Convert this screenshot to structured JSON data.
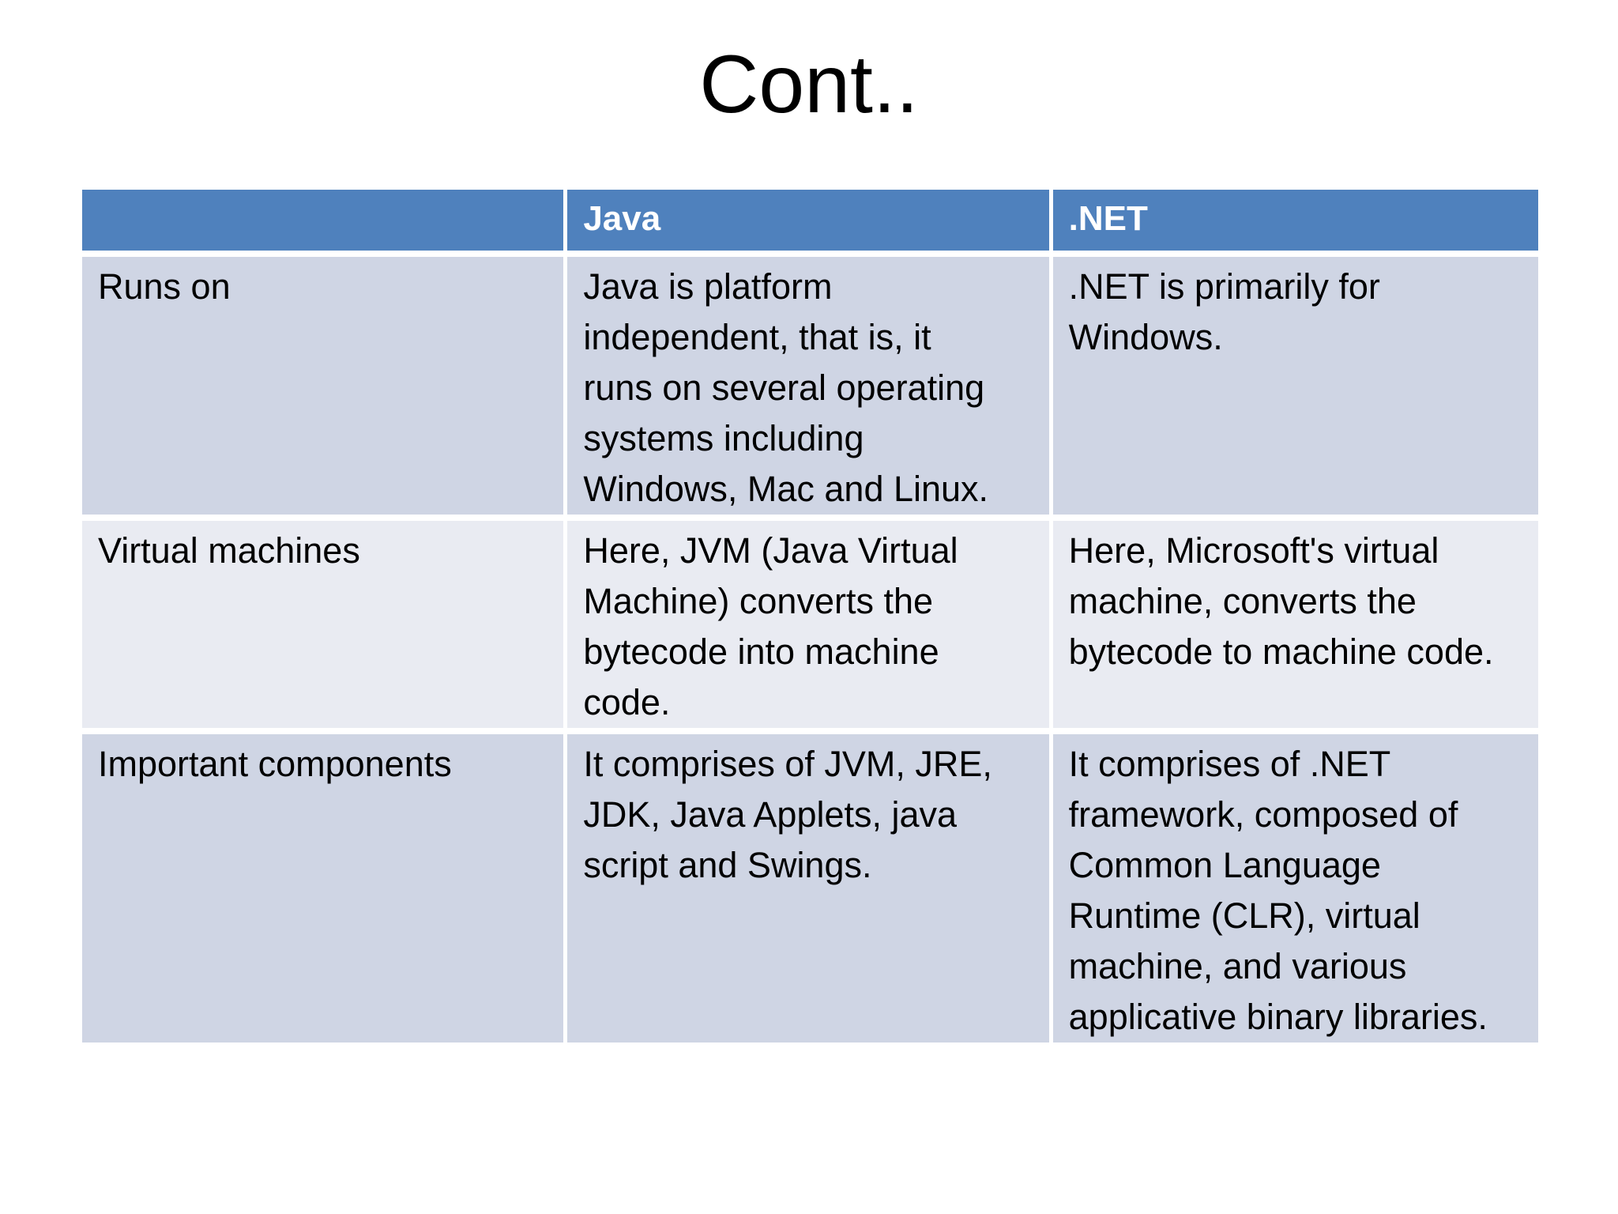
{
  "slide": {
    "title": "Cont.."
  },
  "colors": {
    "page_bg": "#ffffff",
    "header_bg": "#4f81bd",
    "header_text": "#ffffff",
    "band_dark": "#cfd5e4",
    "band_light": "#e9ebf2",
    "body_text": "#000000"
  },
  "table": {
    "header": {
      "columns": [
        "",
        "Java",
        ".NET"
      ]
    },
    "rows": [
      {
        "label": "Runs on",
        "java": "Java is platform\nindependent, that is, it\nruns on several operating\nsystems including\nWindows, Mac and Linux.",
        "net": ".NET is primarily for\nWindows."
      },
      {
        "label": "Virtual machines",
        "java": "Here, JVM (Java Virtual\nMachine) converts the\nbytecode into machine\ncode.",
        "net": "Here, Microsoft's virtual\nmachine, converts the\nbytecode to machine code."
      },
      {
        "label": "Important components",
        "java": "It comprises of JVM, JRE,\nJDK, Java Applets, java\nscript and Swings.",
        "net": "It comprises of .NET\nframework, composed of\nCommon Language\nRuntime (CLR), virtual\nmachine, and various\napplicative binary libraries."
      }
    ]
  }
}
